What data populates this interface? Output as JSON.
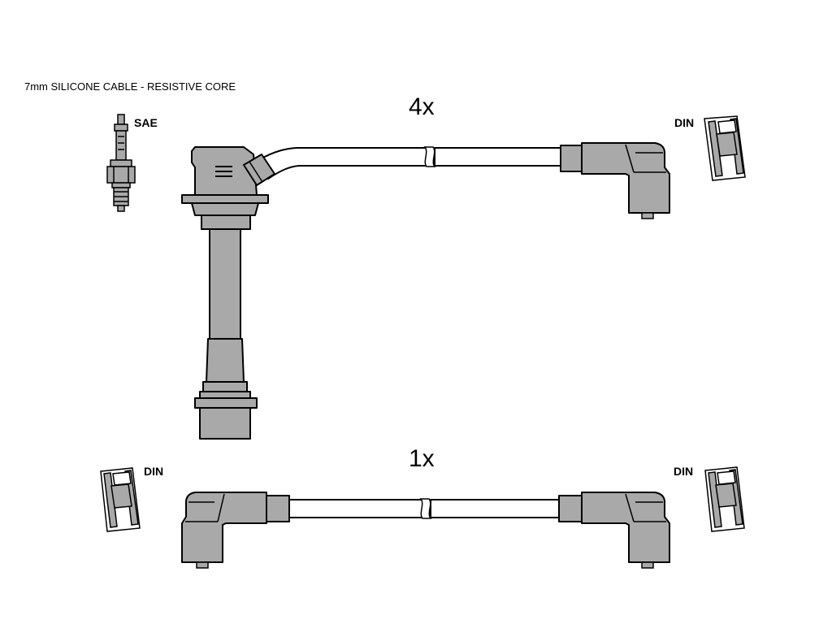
{
  "caption": "7mm SILICONE CABLE - RESISTIVE CORE",
  "sets": [
    {
      "quantity": "4x",
      "end_a": "SAE",
      "end_b": "DIN"
    },
    {
      "quantity": "1x",
      "end_a": "DIN",
      "end_b": "DIN"
    }
  ],
  "colors": {
    "part_fill": "#a9a9a9",
    "cable_fill": "#ffffff",
    "outline": "#000000"
  }
}
